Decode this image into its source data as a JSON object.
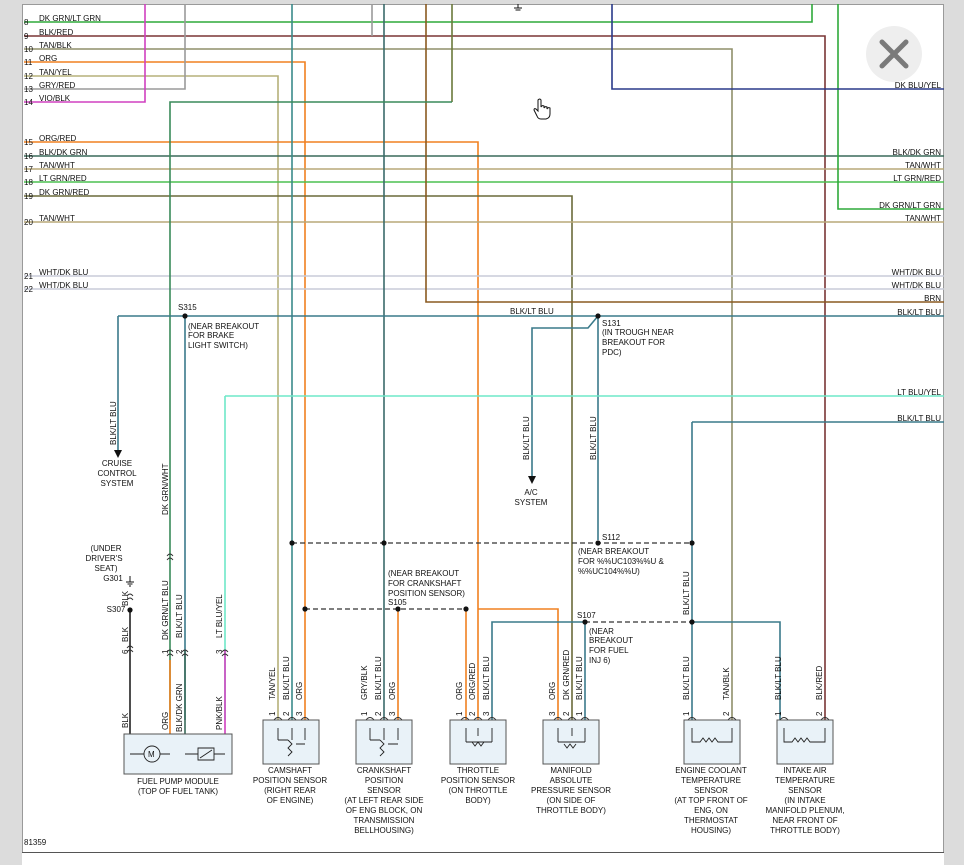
{
  "figure_code": "81359",
  "wires": [
    {
      "num": "8",
      "label": "DK GRN/LT GRN",
      "color": "#2eaa3a"
    },
    {
      "num": "9",
      "label": "BLK/RED",
      "color": "#7a3535"
    },
    {
      "num": "10",
      "label": "TAN/BLK",
      "color": "#8f8f6a"
    },
    {
      "num": "11",
      "label": "ORG",
      "color": "#f08020"
    },
    {
      "num": "12",
      "label": "TAN/YEL",
      "color": "#b5b07a"
    },
    {
      "num": "13",
      "label": "GRY/RED",
      "color": "#8a8a8a"
    },
    {
      "num": "14",
      "label": "VIO/BLK",
      "color": "#d040c0"
    },
    {
      "num": "15",
      "label": "ORG/RED",
      "color": "#f08020"
    },
    {
      "num": "16",
      "label": "BLK/DK GRN",
      "color": "#3a6a5a"
    },
    {
      "num": "17",
      "label": "TAN/WHT",
      "color": "#b8a878"
    },
    {
      "num": "18",
      "label": "LT GRN/RED",
      "color": "#4cc050"
    },
    {
      "num": "19",
      "label": "DK GRN/RED",
      "color": "#6a6a3a"
    },
    {
      "num": "20",
      "label": "TAN/WHT",
      "color": "#b8a878"
    },
    {
      "num": "21",
      "label": "WHT/DK BLU",
      "color": "#c8ccd8"
    },
    {
      "num": "22",
      "label": "WHT/DK BLU",
      "color": "#c8ccd8"
    }
  ],
  "right_labels": [
    "DK BLU/YEL",
    "BLK/DK GRN",
    "TAN/WHT",
    "LT GRN/RED",
    "DK GRN/LT GRN",
    "TAN/WHT",
    "WHT/DK BLU",
    "WHT/DK BLU",
    "BRN",
    "BLK/LT BLU",
    "LT BLU/YEL",
    "BLK/LT BLU"
  ],
  "splices": {
    "s315": {
      "id": "S315",
      "note": [
        "(NEAR BREAKOUT",
        "FOR BRAKE",
        "LIGHT SWITCH)"
      ]
    },
    "s131": {
      "id": "S131",
      "note": [
        "(IN TROUGH NEAR",
        "BREAKOUT FOR",
        "PDC)"
      ]
    },
    "s112": {
      "id": "S112",
      "note": [
        "(NEAR BREAKOUT",
        "FOR %%UC103%%U &",
        "%%UC104%%U)"
      ]
    },
    "s105": {
      "id": "S105",
      "note": [
        "(NEAR BREAKOUT",
        "FOR CRANKSHAFT",
        "POSITION SENSOR)"
      ]
    },
    "s107": {
      "id": "S107",
      "note": [
        "(NEAR",
        "BREAKOUT",
        "FOR FUEL",
        "INJ 6)"
      ]
    },
    "s307": {
      "id": "S307"
    },
    "g301": {
      "id": "G301",
      "note": [
        "(UNDER",
        "DRIVER'S",
        "SEAT)"
      ]
    }
  },
  "mid_labels": {
    "blk_lt_blu_top": "BLK/LT BLU"
  },
  "systems": {
    "cruise": [
      "CRUISE",
      "CONTROL",
      "SYSTEM"
    ],
    "ac": [
      "A/C",
      "SYSTEM"
    ]
  },
  "vertical_labels": {
    "blk_lt_blu": "BLK/LT BLU",
    "dk_grn_wht": "DK GRN/WHT",
    "lt_blu_yel": "LT BLU/YEL",
    "blk": "BLK",
    "dk_grn_lt_blu": "DK GRN/LT BLU",
    "org": "ORG",
    "blk_dk_grn": "BLK/DK GRN",
    "pnk_blk": "PNK/BLK",
    "tan_yel": "TAN/YEL",
    "gry_blk": "GRY/BLK",
    "org_red": "ORG/RED",
    "dk_grn_red": "DK GRN/RED",
    "tan_blk": "TAN/BLK",
    "blk_red": "BLK/RED"
  },
  "components": {
    "fuel_pump": [
      "FUEL PUMP MODULE",
      "(TOP OF FUEL TANK)"
    ],
    "camshaft": [
      "CAMSHAFT",
      "POSITION SENSOR",
      "(RIGHT REAR",
      "OF ENGINE)"
    ],
    "crankshaft": [
      "CRANKSHAFT",
      "POSITION",
      "SENSOR",
      "(AT LEFT REAR SIDE",
      "OF ENG BLOCK, ON",
      "TRANSMISSION",
      "BELLHOUSING)"
    ],
    "throttle": [
      "THROTTLE",
      "POSITION SENSOR",
      "(ON THROTTLE",
      "BODY)"
    ],
    "map": [
      "MANIFOLD",
      "ABSOLUTE",
      "PRESSURE SENSOR",
      "(ON SIDE OF",
      "THROTTLE BODY)"
    ],
    "coolant": [
      "ENGINE COOLANT",
      "TEMPERATURE",
      "SENSOR",
      "(AT TOP FRONT OF",
      "ENG, ON",
      "THERMOSTAT",
      "HOUSING)"
    ],
    "intake_air": [
      "INTAKE AIR",
      "TEMPERATURE",
      "SENSOR",
      "(IN INTAKE",
      "MANIFOLD PLENUM,",
      "NEAR FRONT OF",
      "THROTTLE BODY)"
    ]
  },
  "pins": {
    "p1": "1",
    "p2": "2",
    "p3": "3",
    "p6": "6"
  },
  "motor_symbol": "M",
  "icons": {
    "close": "close-icon",
    "cursor": "hand-pointer-icon",
    "ground": "ground-icon"
  }
}
